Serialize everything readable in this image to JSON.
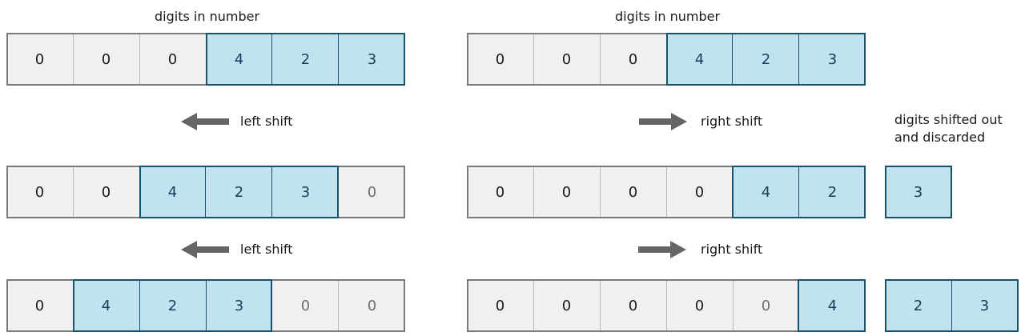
{
  "left_panel": {
    "title": "digits in number",
    "shift_label_1": "left shift",
    "shift_label_2": "left shift",
    "row1": [
      "0",
      "0",
      "0",
      "4",
      "2",
      "3"
    ],
    "row2": [
      "0",
      "0",
      "4",
      "2",
      "3",
      "0"
    ],
    "row3": [
      "0",
      "4",
      "2",
      "3",
      "0",
      "0"
    ]
  },
  "right_panel": {
    "title": "digits in number",
    "shift_label_1": "right shift",
    "shift_label_2": "right shift",
    "row1": [
      "0",
      "0",
      "0",
      "4",
      "2",
      "3"
    ],
    "row2": [
      "0",
      "0",
      "0",
      "0",
      "4",
      "2"
    ],
    "row3": [
      "0",
      "0",
      "0",
      "0",
      "0",
      "4"
    ],
    "discard_note_line1": "digits shifted out",
    "discard_note_line2": "and discarded",
    "discard1": [
      "3"
    ],
    "discard2": [
      "2",
      "3"
    ]
  },
  "colors": {
    "cell_gray": "#f0f0f0",
    "cell_blue": "#c1e2ef",
    "highlight_border": "#17536a",
    "frame_border": "#7a7a7a",
    "arrow": "#666666"
  }
}
